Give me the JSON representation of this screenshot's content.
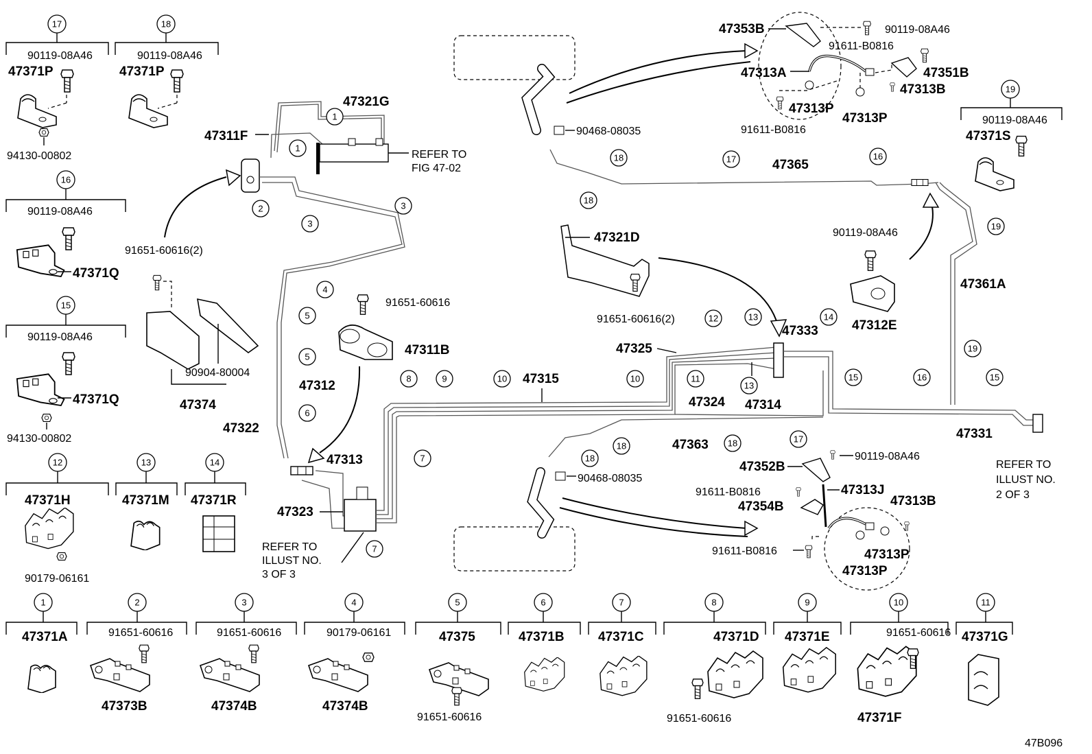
{
  "figure_code": "47B096",
  "notes": {
    "refer_fig": [
      "REFER TO",
      "FIG 47-02"
    ],
    "refer_illust_2": [
      "REFER TO",
      "ILLUST NO.",
      "2 OF 3"
    ],
    "refer_illust_3": [
      "REFER TO",
      "ILLUST NO.",
      "3 OF 3"
    ]
  },
  "legend": [
    {
      "num": "17",
      "bolt": "90119-08A46",
      "part": "47371P"
    },
    {
      "num": "18",
      "bolt": "90119-08A46",
      "part": "47371P"
    },
    {
      "num": "16",
      "bolt": "90119-08A46",
      "part": "47371Q"
    },
    {
      "num": "15",
      "bolt": "90119-08A46",
      "part": "47371Q"
    },
    {
      "num": "12",
      "part": "47371H",
      "nut": "90179-06161"
    },
    {
      "num": "13",
      "part": "47371M"
    },
    {
      "num": "14",
      "part": "47371R"
    },
    {
      "num": "19",
      "bolt": "90119-08A46",
      "part": "47371S"
    },
    {
      "num": "1",
      "part": "47371A"
    },
    {
      "num": "2",
      "bolt": "91651-60616",
      "part": "47373B"
    },
    {
      "num": "3",
      "bolt": "91651-60616",
      "part": "47374B"
    },
    {
      "num": "4",
      "nut": "90179-06161",
      "part": "47374B"
    },
    {
      "num": "5",
      "part": "47375",
      "bolt": "91651-60616"
    },
    {
      "num": "6",
      "part": "47371B"
    },
    {
      "num": "7",
      "part": "47371C"
    },
    {
      "num": "8",
      "part": "47371D",
      "bolt": "91651-60616"
    },
    {
      "num": "9",
      "part": "47371E"
    },
    {
      "num": "10",
      "bolt": "91651-60616",
      "part": "47371F"
    },
    {
      "num": "11",
      "part": "47371G"
    }
  ],
  "side_labels": {
    "nut_17": "94130-00802",
    "nut_15": "94130-00802"
  },
  "main_labels": {
    "p47321G": "47321G",
    "p47311F": "47311F",
    "p91651_2": "91651-60616(2)",
    "p90904": "90904-80004",
    "p47374": "47374",
    "p91651_a": "91651-60616",
    "p47311B": "47311B",
    "p47312": "47312",
    "p47322": "47322",
    "p47313": "47313",
    "p47323": "47323",
    "p47315": "47315",
    "p47324": "47324",
    "p47325": "47325",
    "p47314": "47314",
    "p47333": "47333",
    "p47321D": "47321D",
    "p91651_2b": "91651-60616(2)",
    "p47363": "47363",
    "p47331": "47331",
    "p47365": "47365",
    "p90468a": "90468-08035",
    "p90468b": "90468-08035",
    "p47361A": "47361A",
    "p47312E": "47312E",
    "p90119_e": "90119-08A46",
    "p47353B": "47353B",
    "p47313A": "47313A",
    "p91611a": "91611-B0816",
    "p91611b": "91611-B0816",
    "p90119_t": "90119-08A46",
    "p47351B": "47351B",
    "p47313B_t": "47313B",
    "p47313P_t1": "47313P",
    "p47313P_t2": "47313P",
    "p47352B": "47352B",
    "p90119_b": "90119-08A46",
    "p91611c": "91611-B0816",
    "p47313J": "47313J",
    "p47354B": "47354B",
    "p47313B_b": "47313B",
    "p91611d": "91611-B0816",
    "p47313P_b1": "47313P",
    "p47313P_b2": "47313P"
  },
  "callouts": [
    "1",
    "1",
    "2",
    "3",
    "3",
    "4",
    "5",
    "5",
    "6",
    "7",
    "7",
    "8",
    "9",
    "10",
    "10",
    "11",
    "12",
    "13",
    "13",
    "14",
    "15",
    "15",
    "16",
    "17",
    "17",
    "18",
    "18",
    "18",
    "18",
    "18",
    "19",
    "19"
  ]
}
